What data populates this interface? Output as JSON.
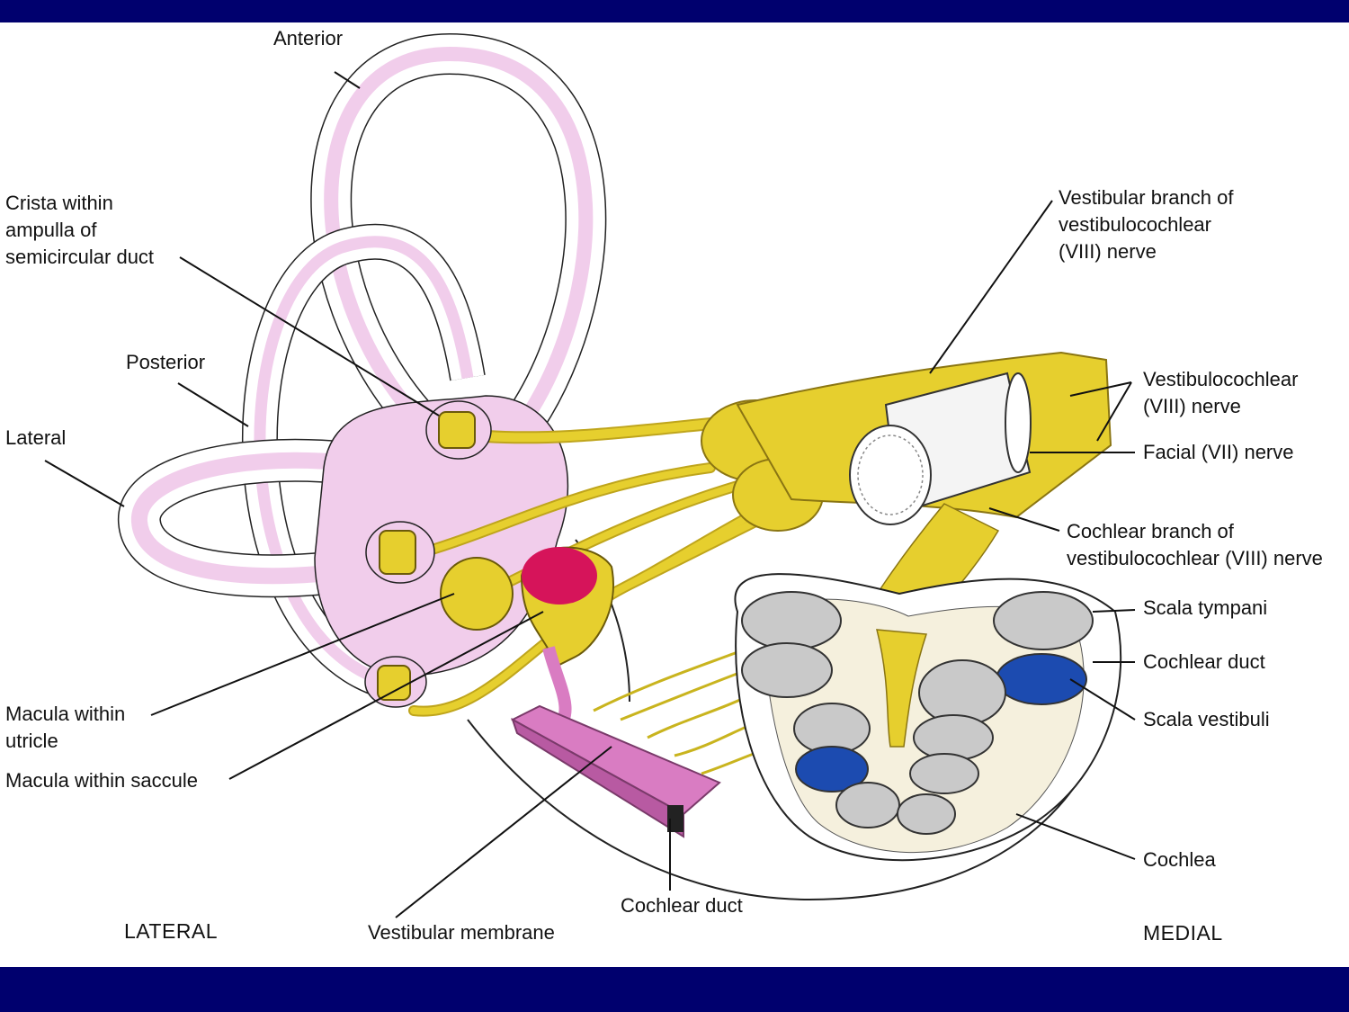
{
  "colors": {
    "frame": "#00006e",
    "membranous_labyrinth": "#f1cdeb",
    "nerve": "#e6cf2e",
    "saccule": "#d6145a",
    "scala_blue": "#1c4bb0",
    "vestibular_membrane": "#d97cc2"
  },
  "labels": {
    "anterior": "Anterior",
    "crista_1": "Crista within",
    "crista_2": "ampulla of",
    "crista_3": "semicircular duct",
    "posterior": "Posterior",
    "lateral_canal": "Lateral",
    "vestibular_branch_1": "Vestibular branch of",
    "vestibular_branch_2": "vestibulocochlear",
    "vestibular_branch_3": "(VIII) nerve",
    "vestibulocochlear_1": "Vestibulocochlear",
    "vestibulocochlear_2": "(VIII) nerve",
    "facial_nerve": "Facial (VII) nerve",
    "cochlear_branch_1": "Cochlear branch of",
    "cochlear_branch_2": "vestibulocochlear (VIII) nerve",
    "scala_tympani": "Scala tympani",
    "cochlear_duct_right": "Cochlear duct",
    "scala_vestibuli": "Scala vestibuli",
    "cochlea": "Cochlea",
    "macula_utricle_1": "Macula within",
    "macula_utricle_2": "utricle",
    "macula_saccule": "Macula within saccule",
    "lateral_dir": "LATERAL",
    "vestibular_membrane": "Vestibular membrane",
    "cochlear_duct_bottom": "Cochlear duct",
    "medial_dir": "MEDIAL"
  }
}
